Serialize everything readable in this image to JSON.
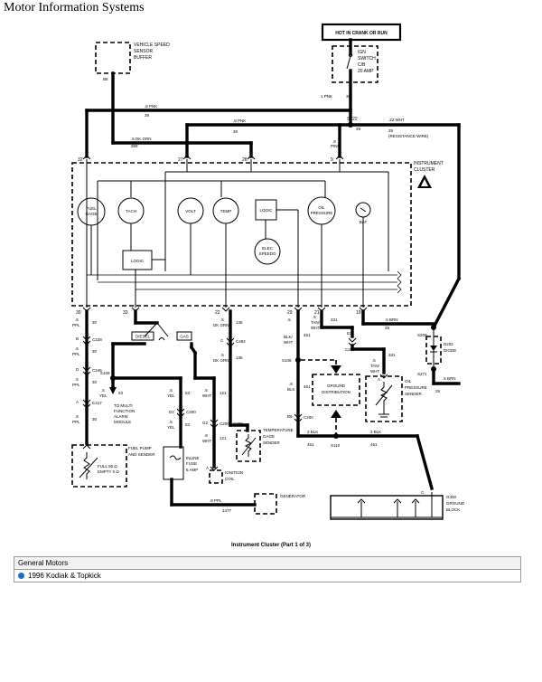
{
  "header": {
    "title": "Motor Information Systems"
  },
  "diagram": {
    "caption": "Instrument Cluster (Part 1 of 3)",
    "hot_label": "HOT IN CRANK OR RUN",
    "ign_switch": [
      "IGN",
      "SWITCH",
      "C/B",
      "20 AMP"
    ],
    "vss": [
      "VEHICLE SPEED",
      "SENSOR",
      "BUFFER"
    ],
    "cluster_label": [
      "INSTRUMENT",
      "CLUSTER"
    ],
    "gauges": {
      "fuel": [
        "FUEL",
        "GAGE"
      ],
      "tach": "TACH",
      "volt": "VOLT",
      "temp": "TEMP",
      "logic": "LOGIC",
      "oil": [
        "OIL",
        "PRESSURE"
      ],
      "bat": "BAT",
      "speedo": [
        "ELEC",
        "SPEEDO"
      ]
    },
    "wires": {
      "pnk8_top": ".8 PNK",
      "pnk8_mid": ".8 PNK",
      "num39_a": "39",
      "num39_b": "39",
      "num39_c": "39",
      "wht22": ".22 WHT",
      "num25_top": "25",
      "resistance": "(RESISTANCE WIRE)",
      "dkgrn": ".5 DK GRN",
      "num389": "389",
      "pnk_ign": "1 PNK",
      "num39_ign": "39",
      "num8_s222": ".8",
      "pnk_s222": "PINK"
    },
    "pins": {
      "b8": "B8",
      "p32": "32",
      "p27": "27",
      "p28": "28",
      "p9": "9",
      "p30": "30",
      "p33": "33",
      "p22": "22",
      "p29": "29",
      "p21": "21",
      "p19": "19"
    },
    "splices": {
      "s222": "S222",
      "s109": "S109",
      "s108": "S108",
      "s209": "S209",
      "s271": "S271",
      "s110": "S110"
    },
    "connectors": {
      "c228": "C228",
      "c246": "C246",
      "c417": "C417",
      "c492": "C492",
      "c200a": "C200",
      "c200b": "C200",
      "c200c": "C200",
      "c200d": "C200",
      "g400": "G400"
    },
    "left_col": {
      "w1": [
        ".5",
        "PPL",
        "30"
      ],
      "b": "B",
      "w2": [
        ".5",
        "PPL",
        "30"
      ],
      "d": "D",
      "w3": [
        ".5",
        "PPL",
        "30"
      ],
      "a": "A",
      "w4": [
        ".5",
        "PPL",
        "30"
      ],
      "yel_s109": [
        ".5",
        "YEL",
        "53"
      ],
      "to_multi": [
        "TO MULTI",
        "FUNCTION",
        "ALARM",
        "MODULE"
      ],
      "fuel_pump": [
        "FUEL PUMP",
        "AND SENDER"
      ],
      "full_empty": [
        "FULL 90 Ω",
        "EMPTY 0 Ω"
      ]
    },
    "mid": {
      "diesel": "DIESEL",
      "gas": "GAS",
      "dkgrn135a": [
        ".5",
        "DK GRN",
        "135"
      ],
      "c": "C",
      "dkgrn135b": [
        ".5",
        "DK GRN",
        "135"
      ],
      "yel53a": [
        ".5",
        "YEL",
        "53"
      ],
      "d2": "D2",
      "yel53b": [
        ".5",
        "YEL",
        "53"
      ],
      "wht121a": [
        ".5",
        "WHT",
        "121"
      ],
      "g2": "G2",
      "wht121b": [
        ".8",
        "WHT",
        "121"
      ],
      "inline_fuse": [
        "INLINE",
        "FUSE",
        "5 AMP"
      ],
      "ignition_coil": [
        "IGNITION",
        "COIL"
      ],
      "a": "A",
      "temp_sender": [
        "TEMPERATURE",
        "GAGE",
        "SENDER"
      ],
      "generator": "GENERATOR",
      "ppl8": [
        ".8 PPL",
        "1477"
      ]
    },
    "right": {
      "blkwht451": [
        ".5",
        "BLK/",
        "WHT",
        "451"
      ],
      "tanwht331a": [
        ".5",
        "TAN/",
        "WHT",
        "331"
      ],
      "e2": "E2",
      "tanwht331b": [
        ".5",
        "TAN/",
        "WHT",
        "331"
      ],
      "brn25a": [
        ".5 BRN",
        "25"
      ],
      "d202": [
        "D202",
        "DIODE"
      ],
      "brn25b": [
        ".5 BRN",
        "25"
      ],
      "blk451a": [
        ".8",
        "BLK",
        "451"
      ],
      "ground_dist": [
        "GROUND",
        "DISTRIBUTION"
      ],
      "oil_sender": [
        "OIL",
        "PRESSURE",
        "SENDER"
      ],
      "blk2": [
        "2 BLK",
        "451"
      ],
      "blk3": [
        "3 BLK",
        "451"
      ],
      "b9": "B9",
      "ground_block": [
        "GROUND",
        "BLOCK"
      ]
    }
  },
  "footer": {
    "vendor": "General Motors",
    "model": "1996 Kodiak & Topkick"
  }
}
